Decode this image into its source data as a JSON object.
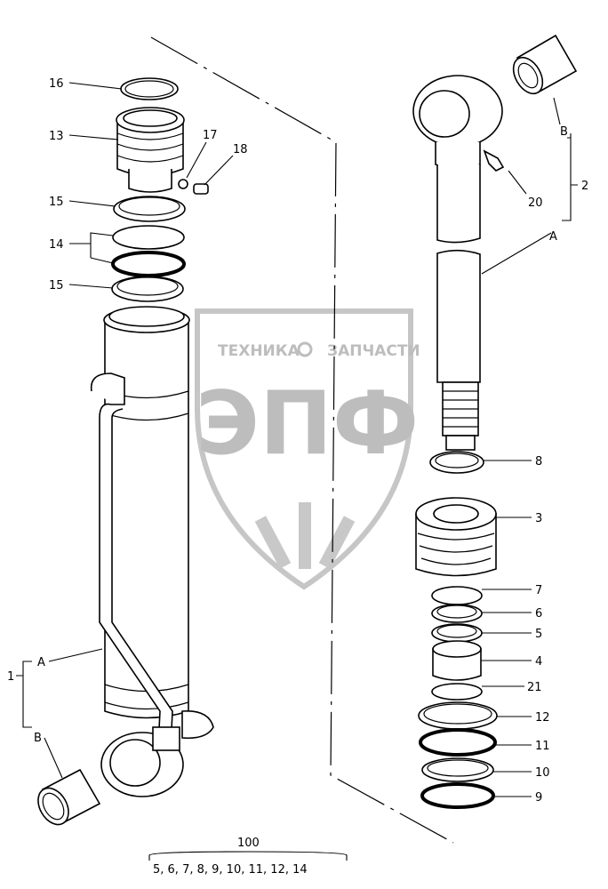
{
  "callouts": {
    "c16": "16",
    "c13": "13",
    "c17": "17",
    "c18": "18",
    "c15a": "15",
    "c14": "14",
    "c15b": "15",
    "c1": "1",
    "cA_left": "A",
    "cB_left": "B",
    "cB_right": "B",
    "c2": "2",
    "cA_right": "A",
    "c20": "20",
    "c8": "8",
    "c3": "3",
    "c7": "7",
    "c6": "6",
    "c5": "5",
    "c4": "4",
    "c21": "21",
    "c12": "12",
    "c11": "11",
    "c10": "10",
    "c9": "9",
    "kit_number": "100",
    "kit_contents": "5, 6, 7, 8, 9, 10, 11, 12, 14"
  },
  "watermark": {
    "top_left": "ТЕХНИКА",
    "top_right": "ЗАПЧАСТИ",
    "letters": "ЭПФ"
  }
}
